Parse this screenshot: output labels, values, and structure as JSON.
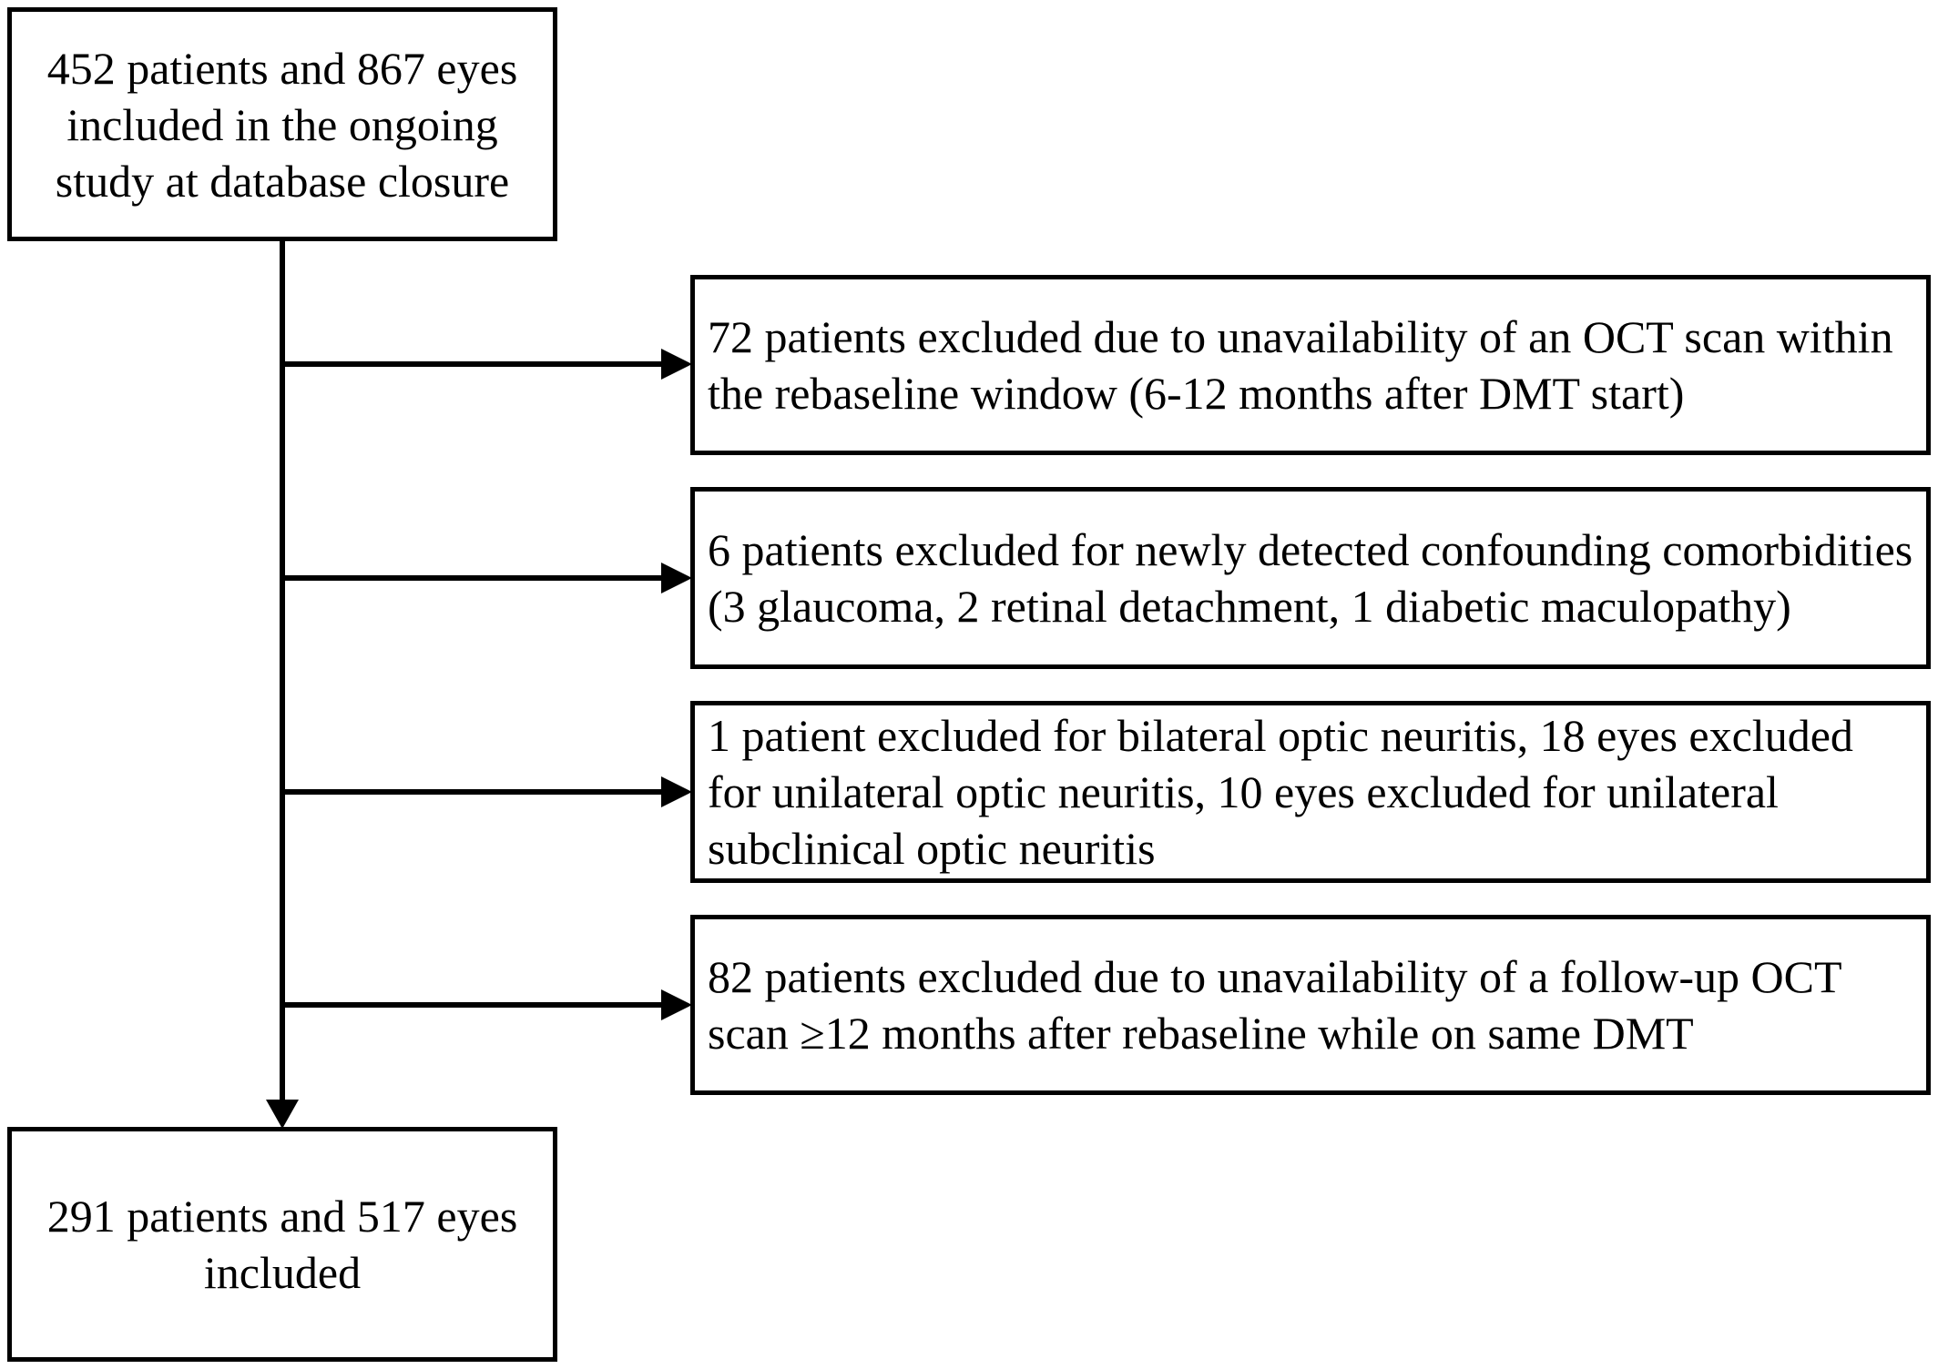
{
  "start": {
    "text": "452 patients and 867 eyes included in the ongoing study at database closure"
  },
  "exclusions": [
    {
      "text": "72 patients excluded due to unavailability of an OCT scan within the rebaseline window (6-12 months after DMT start)"
    },
    {
      "text": "6 patients excluded for newly detected confounding comorbidities (3 glaucoma, 2 retinal detachment, 1 diabetic maculopathy)"
    },
    {
      "text": "1 patient excluded for bilateral optic neuritis, 18 eyes excluded for unilateral optic neuritis, 10 eyes excluded for unilateral subclinical optic neuritis"
    },
    {
      "text": "82 patients excluded due to unavailability of a follow-up OCT scan ≥12 months after rebaseline while on same DMT"
    }
  ],
  "final": {
    "text": "291 patients and 517 eyes included"
  }
}
